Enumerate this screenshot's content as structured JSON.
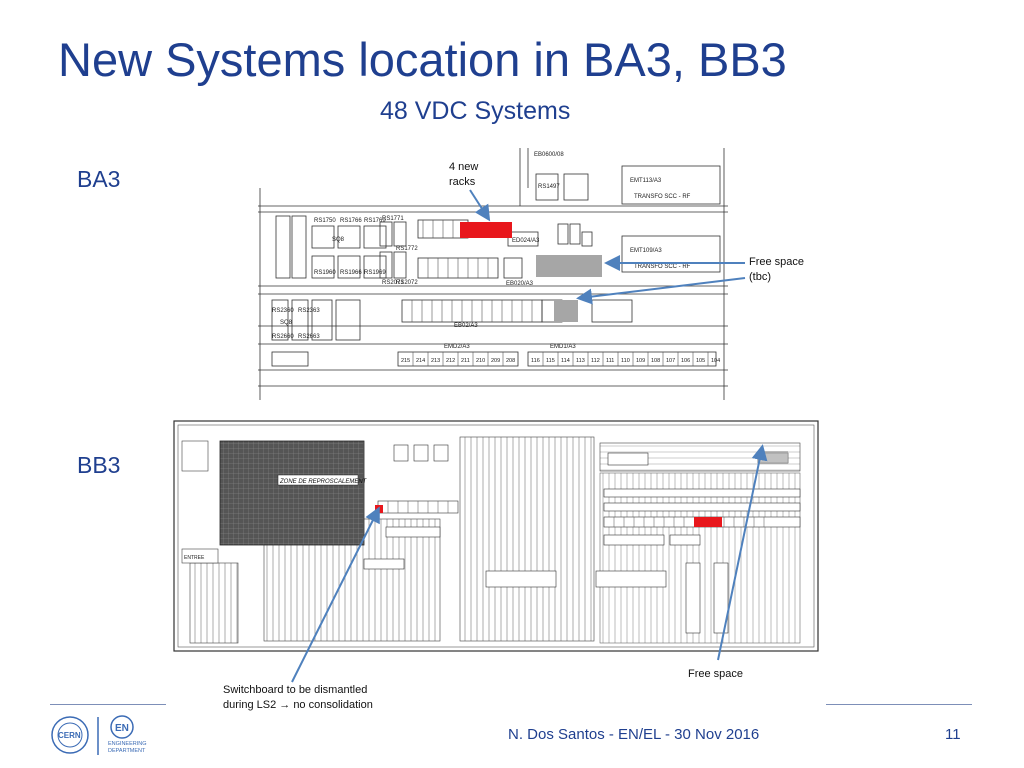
{
  "slide": {
    "title": "New Systems location in BA3, BB3",
    "subtitle": "48 VDC Systems"
  },
  "sections": {
    "ba3": "BA3",
    "bb3": "BB3"
  },
  "callouts": {
    "four_new_racks": "4 new\nracks",
    "free_space_tbc": "Free space\n(tbc)",
    "free_space": "Free space",
    "switchboard": "Switchboard to be dismantled\nduring LS2 → no consolidation"
  },
  "ba3_plan": {
    "labels": {
      "emt113": "EMT113/A3",
      "transfo_top": "TRANSFO SCC - RF",
      "emt109": "EMT109/A3",
      "transfo_mid": "TRANSFO SCC - RF",
      "emd2": "EMD2/A3",
      "emd1": "EMD1/A3",
      "eb020": "EB020/A3",
      "eb02": "EB02/A3",
      "sq8": "SQ8",
      "sq8b": "SQ8",
      "rs1750": "RS1750",
      "rs1766": "RS1766",
      "rs1769": "RS1769",
      "rs1771": "RS1771",
      "rs1772": "RS1772",
      "rs1960": "RS1960",
      "rs1966": "RS1966",
      "rs1969": "RS1969",
      "rs2071": "RS2071",
      "rs2072": "RS2072",
      "rs2360": "RS2360",
      "rs2363": "RS2363",
      "rs2660": "RS2660",
      "rs2663": "RS2663",
      "ed024": "ED024/A3",
      "eb0600": "EB0600/08",
      "rs1497": "RS1497"
    },
    "bottom_numbers_left": [
      "215",
      "214",
      "213",
      "212",
      "211",
      "210",
      "209",
      "208"
    ],
    "bottom_numbers_right": [
      "116",
      "115",
      "114",
      "113",
      "112",
      "111",
      "110",
      "109",
      "108",
      "107",
      "106",
      "105",
      "104"
    ]
  },
  "bb3_plan": {
    "labels": {
      "zone": "ZONE DE REPROSCALEMENT",
      "entree": "ENTREE"
    }
  },
  "footer": {
    "text": "N. Dos Santos - EN/EL - 30 Nov 2016",
    "page": "11",
    "logo_cern": "CERN",
    "logo_en": "EN",
    "logo_dept": "ENGINEERING\nDEPARTMENT"
  },
  "colors": {
    "title": "#1f3f8f",
    "new_racks": "#e8171c",
    "free_space": "#a6a6a6",
    "arrow": "#4f81bd"
  }
}
